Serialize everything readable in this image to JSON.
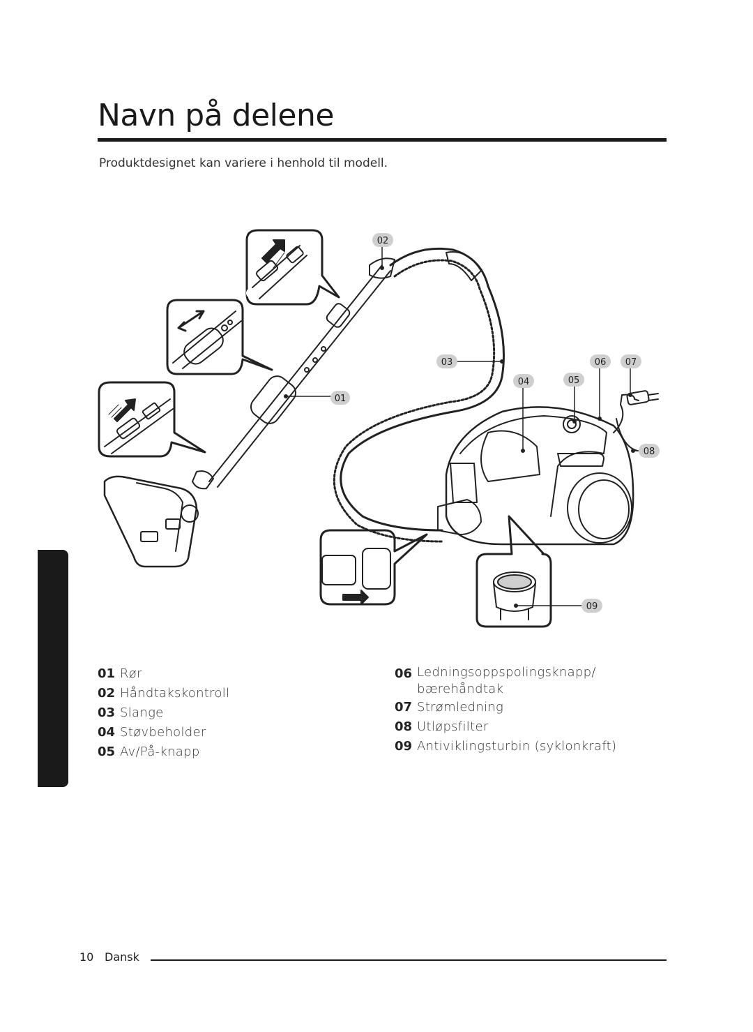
{
  "page": {
    "title": "Navn på delene",
    "subtitle": "Produktdesignet kan variere i henhold til modell."
  },
  "callouts": {
    "c01": "01",
    "c02": "02",
    "c03": "03",
    "c04": "04",
    "c05": "05",
    "c06": "06",
    "c07": "07",
    "c08": "08",
    "c09": "09"
  },
  "legend_left": [
    {
      "num": "01",
      "label": "Rør"
    },
    {
      "num": "02",
      "label": "Håndtakskontroll"
    },
    {
      "num": "03",
      "label": "Slange"
    },
    {
      "num": "04",
      "label": "Støvbeholder"
    },
    {
      "num": "05",
      "label": "Av/På-knapp"
    }
  ],
  "legend_right": [
    {
      "num": "06",
      "label": "Ledningsoppspolingsknapp/ bærehåndtak"
    },
    {
      "num": "07",
      "label": "Strømledning"
    },
    {
      "num": "08",
      "label": "Utløpsfilter"
    },
    {
      "num": "09",
      "label": "Antiviklingsturbin (syklonkraft)"
    }
  ],
  "footer": {
    "page_number": "10",
    "language": "Dansk"
  }
}
